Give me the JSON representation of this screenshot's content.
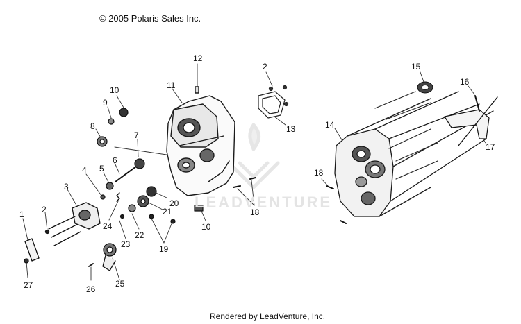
{
  "header": {
    "copyright": "© 2005 Polaris Sales Inc."
  },
  "footer": {
    "rendered_by": "Rendered by LeadVenture, Inc."
  },
  "watermark": {
    "text": "LEADVENTURE"
  },
  "callouts": [
    {
      "id": "c12",
      "label": "12"
    },
    {
      "id": "c2a",
      "label": "2"
    },
    {
      "id": "c15",
      "label": "15"
    },
    {
      "id": "c11",
      "label": "11"
    },
    {
      "id": "c10a",
      "label": "10"
    },
    {
      "id": "c16",
      "label": "16"
    },
    {
      "id": "c9",
      "label": "9"
    },
    {
      "id": "c13",
      "label": "13"
    },
    {
      "id": "c8",
      "label": "8"
    },
    {
      "id": "c14",
      "label": "14"
    },
    {
      "id": "c7",
      "label": "7"
    },
    {
      "id": "c17",
      "label": "17"
    },
    {
      "id": "c6",
      "label": "6"
    },
    {
      "id": "c4",
      "label": "4"
    },
    {
      "id": "c5",
      "label": "5"
    },
    {
      "id": "c18a",
      "label": "18"
    },
    {
      "id": "c3",
      "label": "3"
    },
    {
      "id": "c20",
      "label": "20"
    },
    {
      "id": "c2b",
      "label": "2"
    },
    {
      "id": "c21",
      "label": "21"
    },
    {
      "id": "c18b",
      "label": "18"
    },
    {
      "id": "c1",
      "label": "1"
    },
    {
      "id": "c24",
      "label": "24"
    },
    {
      "id": "c10b",
      "label": "10"
    },
    {
      "id": "c22",
      "label": "22"
    },
    {
      "id": "c23",
      "label": "23"
    },
    {
      "id": "c19",
      "label": "19"
    },
    {
      "id": "c27",
      "label": "27"
    },
    {
      "id": "c25",
      "label": "25"
    },
    {
      "id": "c26",
      "label": "26"
    }
  ]
}
